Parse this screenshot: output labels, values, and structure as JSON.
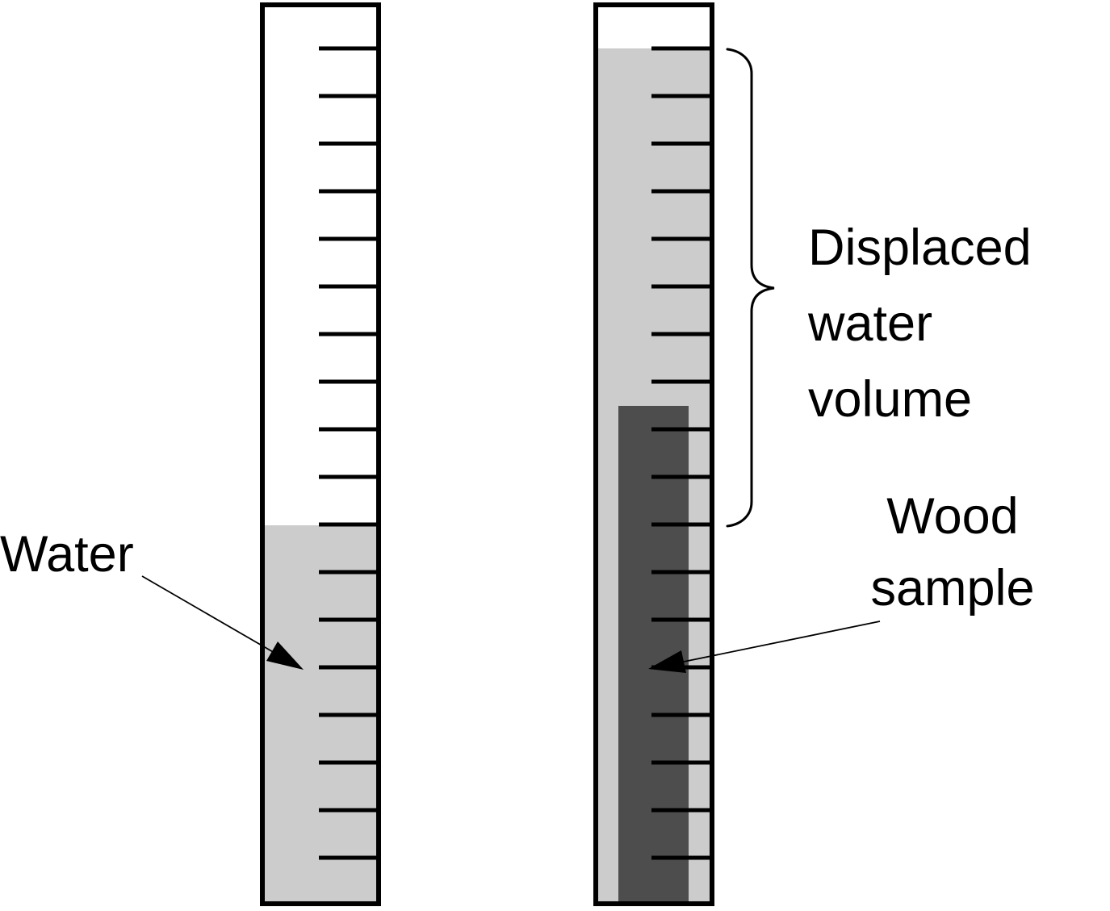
{
  "labels": {
    "water": "Water",
    "displaced": "Displaced\nwater volume",
    "wood": "Wood\nsample"
  },
  "colors": {
    "background": "#ffffff",
    "outline": "#000000",
    "water": "#cccccc",
    "wood": "#4d4d4d",
    "text": "#000000"
  },
  "cylinders": [
    {
      "id": "left",
      "tick_count": 18,
      "tick_first_y": 60,
      "tick_spacing": 59,
      "tick_inner_x": 395,
      "tick_outer_x": 467,
      "water_surface_at_tick": 11
    },
    {
      "id": "right",
      "tick_count": 18,
      "tick_first_y": 60,
      "tick_spacing": 59,
      "tick_inner_x": 807,
      "tick_outer_x": 880,
      "water_surface_at_tick": 1
    }
  ],
  "figure_facts": {
    "graduations_per_cylinder": 18,
    "displaced_span_graduations": 10,
    "brace_top_tick": 1,
    "brace_bottom_tick": 11,
    "wood_sample_submerged": true
  }
}
